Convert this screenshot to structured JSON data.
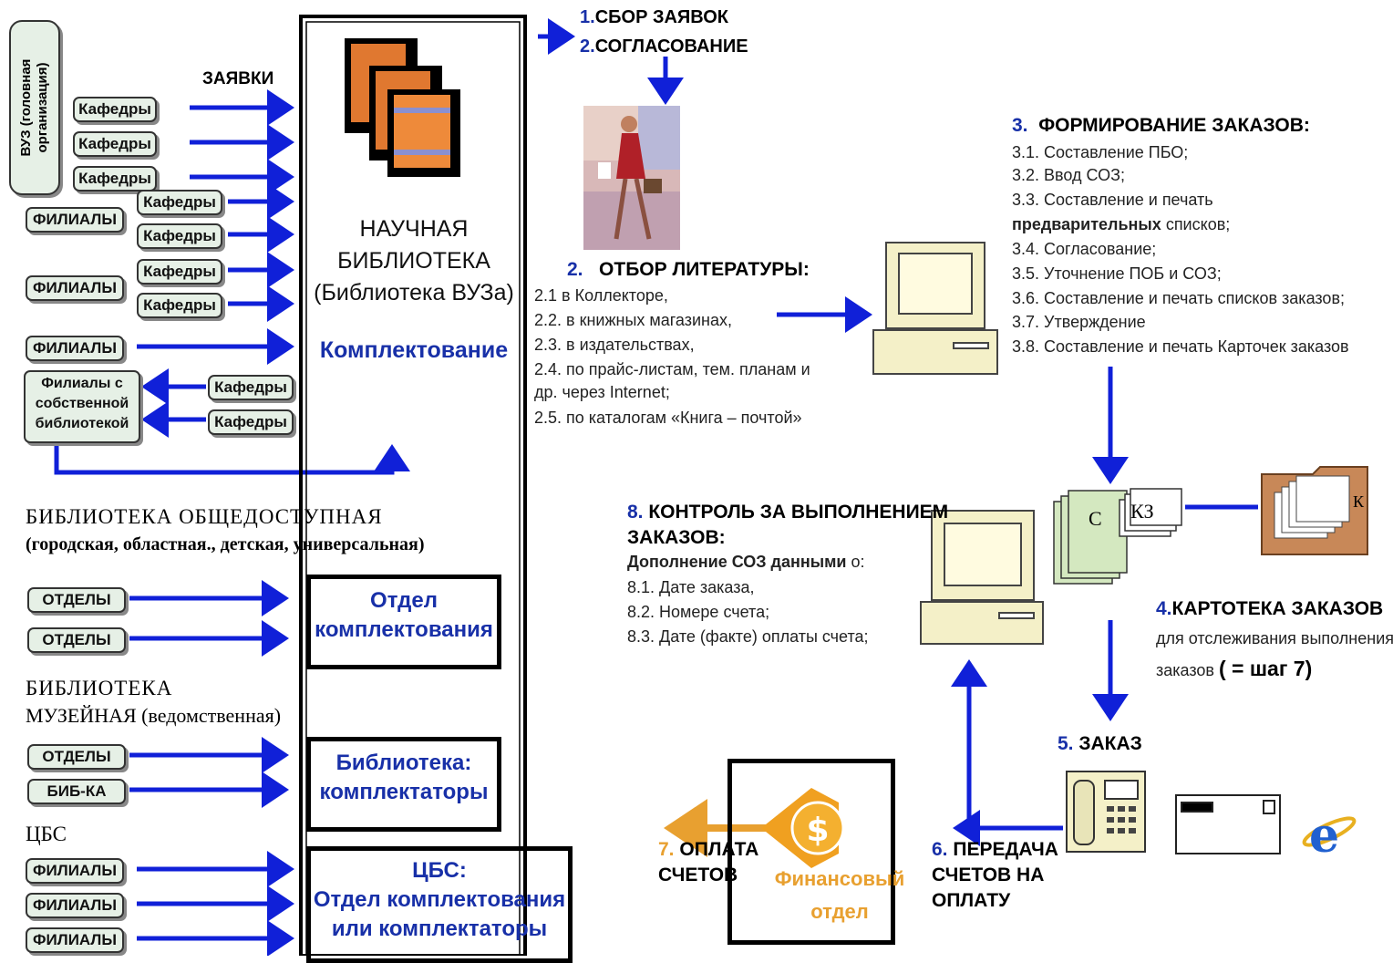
{
  "left": {
    "vuz_box": "ВУЗ (головная организация)",
    "zayavki": "ЗАЯВКИ",
    "kafedry": "Кафедры",
    "filialy": "ФИЛИАЛЫ",
    "filialy_own_lib": "Филиалы с собственной библиотекой",
    "public_title": "БИБЛИОТЕКА ОБЩЕДОСТУПНАЯ",
    "public_sub": "(городская, областная., детская, универсальная)",
    "otdely": "ОТДЕЛЫ",
    "museum_title_1": "БИБЛИОТЕКА",
    "museum_title_2": "МУЗЕЙНАЯ (ведомственная)",
    "bibka": "БИБ-КА",
    "cbs": "ЦБС"
  },
  "center": {
    "library_title": "НАУЧНАЯ БИБЛИОТЕКА (Библиотека ВУЗа)",
    "library_line1": "НАУЧНАЯ",
    "library_line2": "БИБЛИОТЕКА",
    "library_line3": "(Библиотека ВУЗа)",
    "komplektovanie": "Комплектование",
    "otdel_line1": "Отдел",
    "otdel_line2": "комплектования",
    "biblioteka_line1": "Библиотека:",
    "biblioteka_line2": "комплектаторы",
    "cbs_line1": "ЦБС:",
    "cbs_line2": "Отдел комплектования",
    "cbs_line3": "или комплектаторы"
  },
  "steps": {
    "s1_num": "1.",
    "s1": "СБОР ЗАЯВОК",
    "s2a_num": "2.",
    "s2a": "СОГЛАСОВАНИЕ",
    "s2_num": "2.",
    "s2": "ОТБОР ЛИТЕРАТУРЫ:",
    "s2_items": [
      "2.1 в Коллекторе,",
      "2.2. в книжных магазинах,",
      "2.3. в издательствах,",
      "2.4. по прайс-листам, тем. планам и",
      "др. через Internet;",
      "2.5. по каталогам «Книга – почтой»"
    ],
    "s3_num": "3.",
    "s3": "ФОРМИРОВАНИЕ ЗАКАЗОВ:",
    "s3_items": [
      "3.1. Составление ПБО;",
      "3.2. Ввод СОЗ;",
      "3.3.  Составление и печать",
      "списков;",
      "3.4. Согласование;",
      "3.5. Уточнение ПОБ и СОЗ;",
      "3.6. Составление и печать списков заказов;",
      "3.7. Утверждение",
      "3.8. Составление и печать Карточек  заказов"
    ],
    "s3_bold": "предварительных",
    "s4_num": "4.",
    "s4": "КАРТОТЕКА ЗАКАЗОВ",
    "s4_line1": "для отслеживания выполнения",
    "s4_line2": "заказов",
    "s4_step7": "( = шаг 7)",
    "s5_num": "5.",
    "s5": "ЗАКАЗ",
    "s6_num": "6.",
    "s6_line1": "ПЕРЕДАЧА",
    "s6_line2": "СЧЕТОВ НА",
    "s6_line3": "ОПЛАТУ",
    "s7_num": "7.",
    "s7_line1": "ОПЛАТА",
    "s7_line2": "СЧЕТОВ",
    "finance_line1": "Финансовый",
    "finance_line2": "отдел",
    "s8_num": "8.",
    "s8_line1": "КОНТРОЛЬ ЗА ВЫПОЛНЕНИЕМ",
    "s8_line2": "ЗАКАЗОВ:",
    "s8_bold": "Дополнение СОЗ данными",
    "s8_bold_tail": "о:",
    "s8_items": [
      "8.1. Дате заказа,",
      "8.2. Номере счета;",
      "8.3. Дате  (факте) оплаты счета;"
    ],
    "card_c": "С",
    "card_kz": "КЗ",
    "card_k": "К"
  },
  "colors": {
    "arrow_blue": "#1020d8",
    "text_blue": "#1830a8",
    "orange": "#e8a030",
    "pill_bg": "#e6f0e6"
  }
}
